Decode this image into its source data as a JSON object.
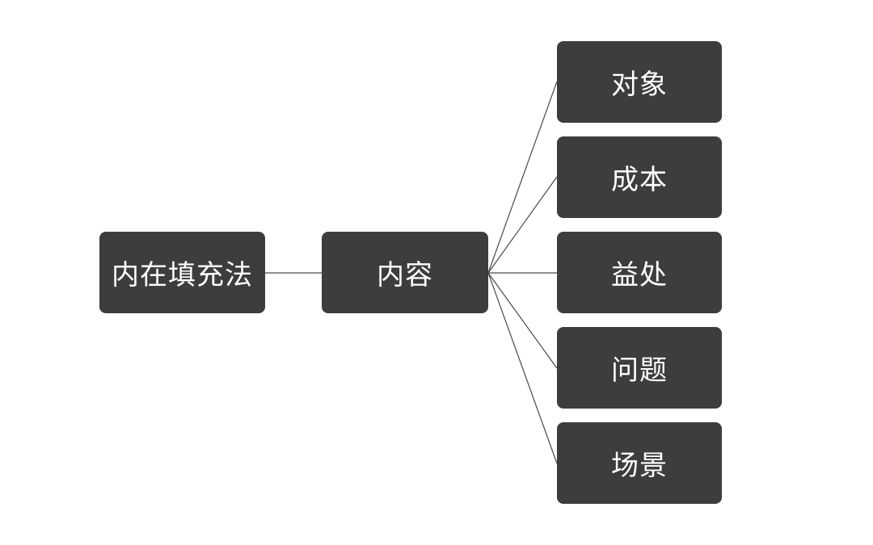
{
  "diagram": {
    "root": {
      "label": "内在填充法"
    },
    "middle": {
      "label": "内容"
    },
    "leaves": [
      {
        "label": "对象"
      },
      {
        "label": "成本"
      },
      {
        "label": "益处"
      },
      {
        "label": "问题"
      },
      {
        "label": "场景"
      }
    ],
    "colors": {
      "node_fill": "#3d3d3d",
      "node_text": "#ffffff",
      "connector": "#4a4a4a",
      "background": "#ffffff"
    }
  }
}
